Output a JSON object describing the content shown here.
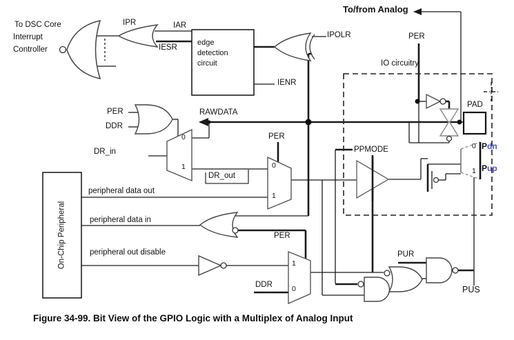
{
  "figure": {
    "caption": "Figure 34-99. Bit View of the GPIO Logic with a Multiplex of Analog Input"
  },
  "colors": {
    "wire": "#1a1a1a",
    "mux_edge": "#555555",
    "transmission_gate": "#888888",
    "pdn_p": "#10102e",
    "pdn_text": "#4558bd",
    "pup_text": "#5a4fbe",
    "background": "#ffffff"
  },
  "labels": {
    "to_dsc_1": "To DSC Core",
    "to_dsc_2": "Interrupt",
    "to_dsc_3": "Controller",
    "ipr": "IPR",
    "iar": "IAR",
    "iesr": "IESR",
    "ipolr": "IPOLR",
    "ienr": "IENR",
    "to_from_analog": "To/from Analog",
    "per_top": "PER",
    "per_left": "PER",
    "per_mid": "PER",
    "per_bottom": "PER",
    "ddr_left": "DDR",
    "ddr_bottom": "DDR",
    "rawdata": "RAWDATA",
    "dr_in": "DR_in",
    "dr_out": "DR_out",
    "ppmode": "PPMODE",
    "peripheral_data_out": "peripheral data out",
    "peripheral_data_in": "peripheral data in",
    "peripheral_out_disable": "peripheral out disable",
    "pur": "PUR",
    "pus": "PUS",
    "zero": "0",
    "one": "1"
  },
  "blocks": {
    "edge_detection": "edge\ndetection\ncircuit",
    "on_chip_peripheral": "On-Chip Peripheral",
    "io_circuitry": "IO circuitry",
    "pad": "PAD"
  },
  "pull": {
    "pdn_first": "P",
    "pdn_rest": "dn",
    "pup_first": "P",
    "pup_rest": "up"
  }
}
